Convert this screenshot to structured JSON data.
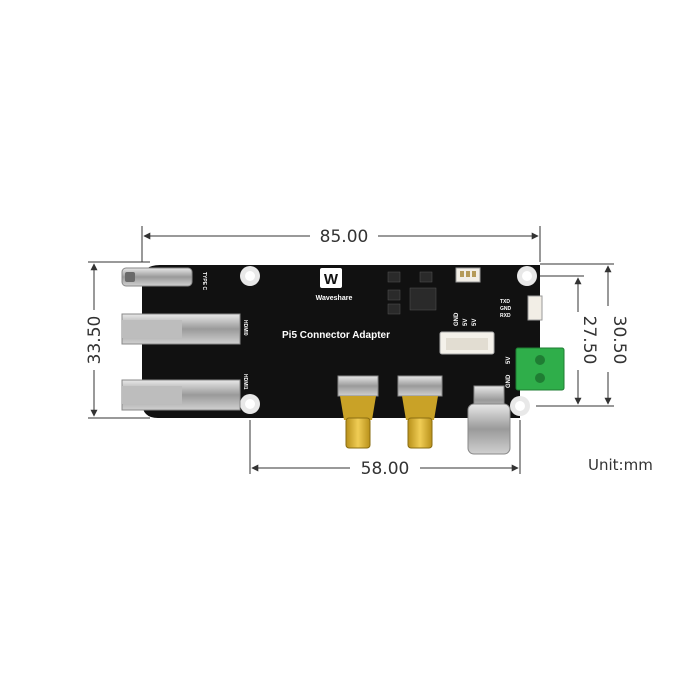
{
  "dimensions": {
    "width_top": "85.00",
    "width_bottom": "58.00",
    "height_left": "33.50",
    "height_right_inner": "27.50",
    "height_right_outer": "30.50",
    "unit": "Unit:mm"
  },
  "board": {
    "title": "Pi5 Connector Adapter",
    "brand": "Waveshare",
    "logo_glyph": "W",
    "labels": {
      "type_c": "TYPE C",
      "hdmi0": "HDMI0",
      "hdmi1": "HDMI1",
      "gnd_a": "GND",
      "v5_a": "5V",
      "v5_b": "5V",
      "gnd_b": "GND",
      "v5_c": "5V",
      "tx": "TXD",
      "rx": "RXD",
      "gnd_c": "GND"
    },
    "colors": {
      "pcb": "#111111",
      "terminal": "#2fae4a",
      "hdmi_gold": "#c9a227"
    }
  }
}
